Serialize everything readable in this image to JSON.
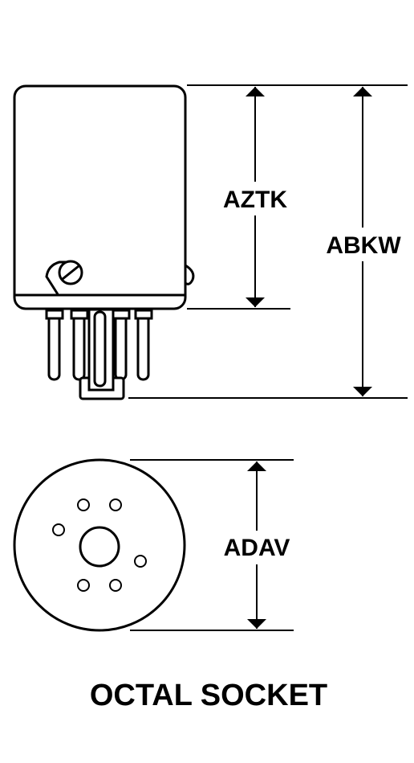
{
  "dimensions": {
    "body_height": "AZTK",
    "overall_height": "ABKW",
    "base_diameter": "ADAV"
  },
  "title": "OCTAL SOCKET",
  "colors": {
    "line": "#000000",
    "background": "#ffffff"
  }
}
